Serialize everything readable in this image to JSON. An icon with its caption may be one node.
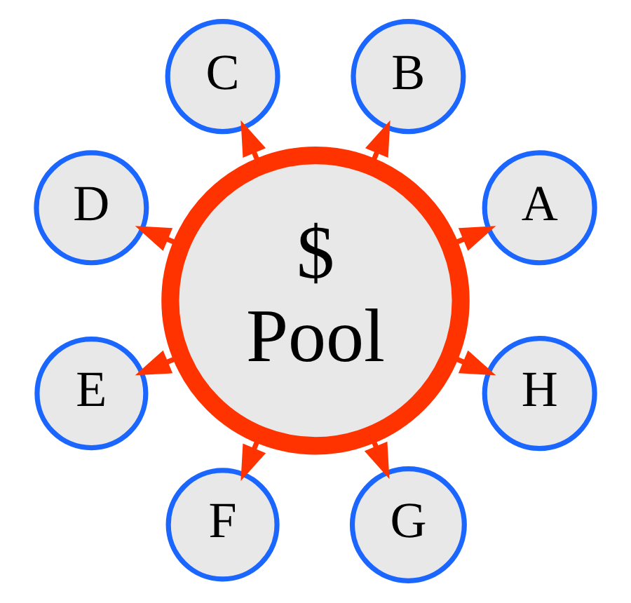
{
  "diagram": {
    "nodes": [
      {
        "text": [
          "$ Pool"
        ]
      },
      {
        "text": [
          "A"
        ]
      },
      {
        "text": [
          "B"
        ]
      },
      {
        "text": [
          "C"
        ]
      },
      {
        "text": [
          "D"
        ]
      },
      {
        "text": [
          "E"
        ]
      },
      {
        "text": [
          "F"
        ]
      },
      {
        "text": [
          "G"
        ]
      },
      {
        "text": [
          "H"
        ]
      }
    ],
    "edges": [
      {
        "from": 0,
        "to": 1,
        "arrow": "to"
      },
      {
        "from": 0,
        "to": 2,
        "arrow": "to"
      },
      {
        "from": 0,
        "to": 3,
        "arrow": "to"
      },
      {
        "from": 0,
        "to": 4,
        "arrow": "to"
      },
      {
        "from": 0,
        "to": 5,
        "arrow": "to"
      },
      {
        "from": 0,
        "to": 6,
        "arrow": "to"
      },
      {
        "from": 0,
        "to": 7,
        "arrow": "to"
      },
      {
        "from": 0,
        "to": 8,
        "arrow": "to"
      }
    ]
  }
}
